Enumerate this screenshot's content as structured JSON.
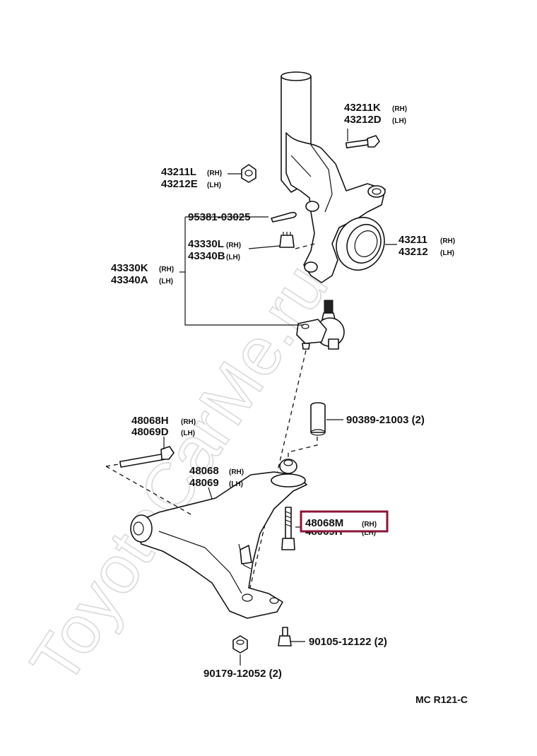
{
  "watermark": "ToyotaCarMe.ru",
  "diagram_ref": "MC  R121-C",
  "highlight_color": "#8b1538",
  "labels": [
    {
      "id": "bolt-43211k",
      "lines": [
        {
          "num": "43211K",
          "side": "(RH)"
        },
        {
          "num": "43212D",
          "side": "(LH)"
        }
      ]
    },
    {
      "id": "nut-43211l",
      "lines": [
        {
          "num": "43211L",
          "side": "(RH)"
        },
        {
          "num": "43212E",
          "side": "(LH)"
        }
      ]
    },
    {
      "id": "pin-95381",
      "lines": [
        {
          "num": "95381-03025",
          "side": ""
        }
      ]
    },
    {
      "id": "nut-43330l",
      "lines": [
        {
          "num": "43330L",
          "side": "(RH)"
        },
        {
          "num": "43340B",
          "side": "(LH)"
        }
      ]
    },
    {
      "id": "balljoint-43330k",
      "lines": [
        {
          "num": "43330K",
          "side": "(RH)"
        },
        {
          "num": "43340A",
          "side": "(LH)"
        }
      ]
    },
    {
      "id": "knuckle-43211",
      "lines": [
        {
          "num": "43211",
          "side": "(RH)"
        },
        {
          "num": "43212",
          "side": "(LH)"
        }
      ]
    },
    {
      "id": "bolt-48068h",
      "lines": [
        {
          "num": "48068H",
          "side": "(RH)"
        },
        {
          "num": "48069D",
          "side": "(LH)"
        }
      ]
    },
    {
      "id": "arm-48068",
      "lines": [
        {
          "num": "48068",
          "side": "(RH)"
        },
        {
          "num": "48069",
          "side": "(LH)"
        }
      ]
    },
    {
      "id": "collar-90389",
      "lines": [
        {
          "num": "90389-21003 (2)",
          "side": ""
        }
      ]
    },
    {
      "id": "bolt-48068m",
      "lines": [
        {
          "num": "48068M",
          "side": "(RH)"
        },
        {
          "num": "48069H",
          "side": "(LH)"
        }
      ]
    },
    {
      "id": "bolt-90105",
      "lines": [
        {
          "num": "90105-12122 (2)",
          "side": ""
        }
      ]
    },
    {
      "id": "nut-90179",
      "lines": [
        {
          "num": "90179-12052 (2)",
          "side": ""
        }
      ]
    }
  ]
}
